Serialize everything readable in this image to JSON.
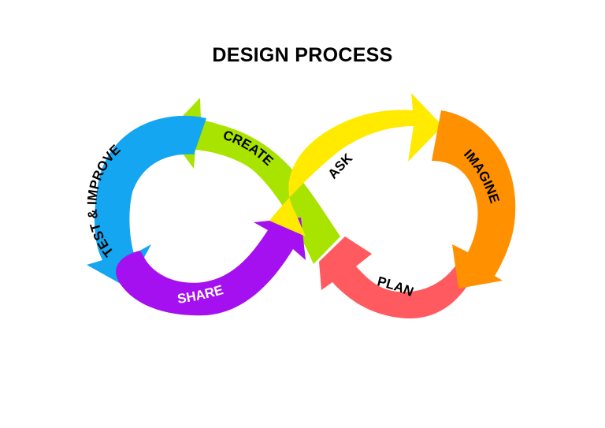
{
  "title": "DESIGN PROCESS",
  "segments": [
    {
      "id": "ask",
      "label": "ASK",
      "color": "#FFEA00",
      "text_color": "#000000"
    },
    {
      "id": "imagine",
      "label": "IMAGINE",
      "color": "#FF9000",
      "text_color": "#000000"
    },
    {
      "id": "plan",
      "label": "PLAN",
      "color": "#FF5A5F",
      "text_color": "#000000"
    },
    {
      "id": "create",
      "label": "CREATE",
      "color": "#A8E400",
      "text_color": "#000000"
    },
    {
      "id": "test",
      "label": "TEST & IMPROVE",
      "color": "#14A6F0",
      "text_color": "#000000"
    },
    {
      "id": "share",
      "label": "SHARE",
      "color": "#A510F0",
      "text_color": "#FFFFFF"
    }
  ]
}
